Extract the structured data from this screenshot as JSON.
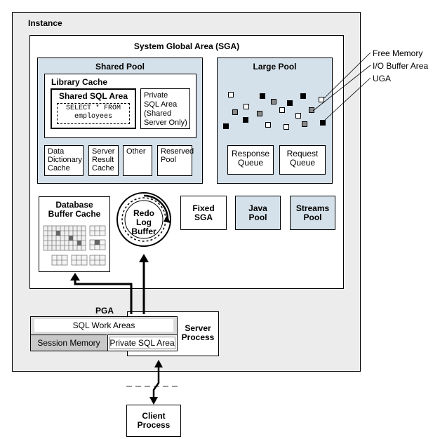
{
  "instance": {
    "label": "Instance"
  },
  "sga": {
    "title": "System Global Area (SGA)",
    "shared_pool": {
      "title": "Shared Pool",
      "library_cache": {
        "title": "Library Cache",
        "shared_sql_area": {
          "title": "Shared SQL Area",
          "sql_line1": "SELECT * FROM",
          "sql_line2": "employees"
        },
        "private_sql_area": {
          "line1": "Private",
          "line2": "SQL Area",
          "line3": "(Shared",
          "line4": "Server Only)"
        }
      },
      "data_dictionary_cache": {
        "line1": "Data",
        "line2": "Dictionary",
        "line3": "Cache"
      },
      "server_result_cache": {
        "line1": "Server",
        "line2": "Result",
        "line3": "Cache"
      },
      "other": "Other",
      "reserved_pool": {
        "line1": "Reserved",
        "line2": "Pool"
      }
    },
    "large_pool": {
      "title": "Large Pool",
      "response_queue": {
        "line1": "Response",
        "line2": "Queue"
      },
      "request_queue": {
        "line1": "Request",
        "line2": "Queue"
      }
    },
    "database_buffer_cache": {
      "line1": "Database",
      "line2": "Buffer Cache"
    },
    "redo_log_buffer": {
      "line1": "Redo",
      "line2": "Log",
      "line3": "Buffer"
    },
    "fixed_sga": {
      "line1": "Fixed",
      "line2": "SGA"
    },
    "java_pool": {
      "line1": "Java",
      "line2": "Pool"
    },
    "streams_pool": {
      "line1": "Streams",
      "line2": "Pool"
    }
  },
  "legend": {
    "free_memory": "Free Memory",
    "io_buffer_area": "I/O Buffer Area",
    "uga": "UGA"
  },
  "pga": {
    "title": "PGA",
    "sql_work_areas": "SQL Work Areas",
    "session_memory": "Session Memory",
    "private_sql_area": "Private SQL Area"
  },
  "server_process": {
    "line1": "Server",
    "line2": "Process"
  },
  "client_process": {
    "line1": "Client",
    "line2": "Process"
  }
}
